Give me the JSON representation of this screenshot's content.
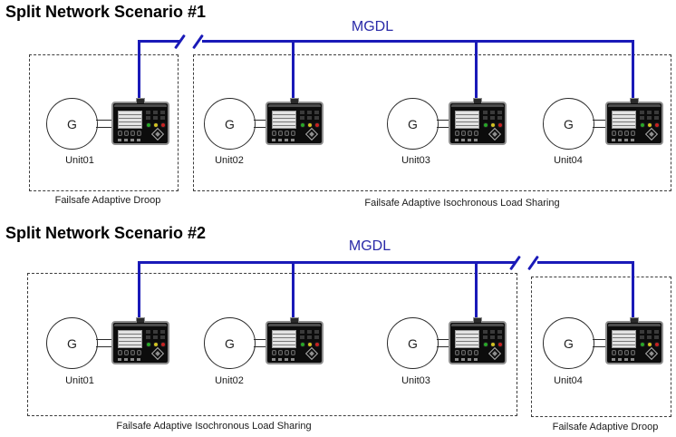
{
  "colors": {
    "bus_line": "#1a1ab8",
    "bus_label_text": "#2a2aa8",
    "led_green": "#28a828",
    "led_yellow": "#d2c322",
    "led_red": "#c62222"
  },
  "scenario1": {
    "title": "Split Network Scenario #1",
    "bus_label": "MGDL",
    "groups": [
      {
        "label": "Failsafe Adaptive Droop",
        "units": [
          "Unit01"
        ]
      },
      {
        "label": "Failsafe Adaptive Isochronous Load Sharing",
        "units": [
          "Unit02",
          "Unit03",
          "Unit04"
        ]
      }
    ],
    "units": [
      {
        "name": "Unit01",
        "generator": "G"
      },
      {
        "name": "Unit02",
        "generator": "G"
      },
      {
        "name": "Unit03",
        "generator": "G"
      },
      {
        "name": "Unit04",
        "generator": "G"
      }
    ]
  },
  "scenario2": {
    "title": "Split Network Scenario #2",
    "bus_label": "MGDL",
    "groups": [
      {
        "label": "Failsafe Adaptive Isochronous Load Sharing",
        "units": [
          "Unit01",
          "Unit02",
          "Unit03"
        ]
      },
      {
        "label": "Failsafe Adaptive Droop",
        "units": [
          "Unit04"
        ]
      }
    ],
    "units": [
      {
        "name": "Unit01",
        "generator": "G"
      },
      {
        "name": "Unit02",
        "generator": "G"
      },
      {
        "name": "Unit03",
        "generator": "G"
      },
      {
        "name": "Unit04",
        "generator": "G"
      }
    ]
  }
}
